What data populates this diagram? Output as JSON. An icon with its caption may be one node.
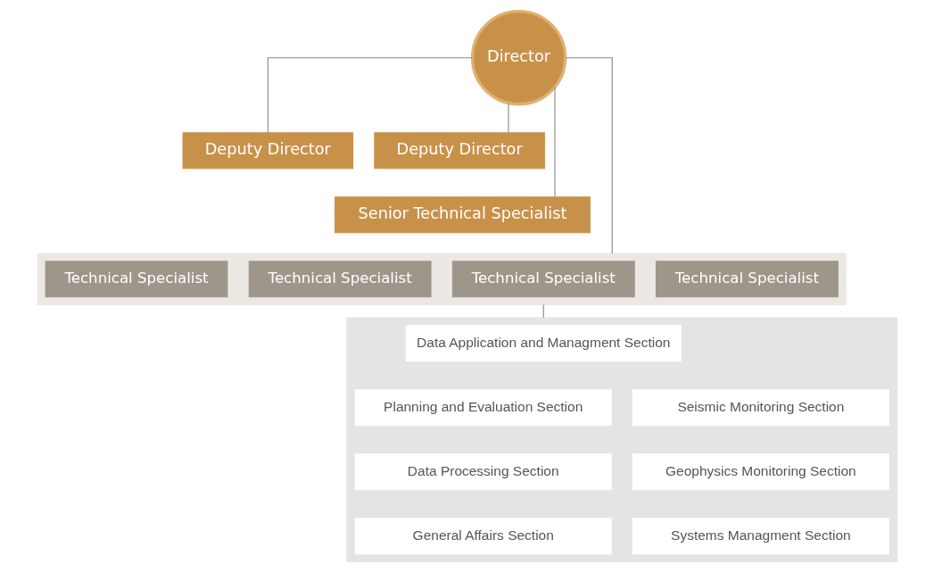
{
  "diagram": {
    "nodes": [
      {
        "text": [
          "Director"
        ]
      },
      {
        "text": [
          "Deputy Director"
        ]
      },
      {
        "text": [
          "Deputy Director"
        ]
      },
      {
        "text": [
          "Senior Technical Specialist"
        ]
      },
      {
        "text": [],
        "shape": "box"
      },
      {
        "text": [
          "Technical Specialist"
        ],
        "in": 4
      },
      {
        "text": [
          "Technical Specialist"
        ],
        "in": 4
      },
      {
        "text": [
          "Technical Specialist"
        ],
        "in": 4
      },
      {
        "text": [
          "Technical Specialist"
        ],
        "in": 4
      },
      {
        "text": [],
        "shape": "box"
      },
      {
        "text": [
          "Data Application and Managment Section"
        ],
        "in": 9
      },
      {
        "text": [
          "Planning and Evaluation Section"
        ],
        "in": 9
      },
      {
        "text": [
          "Seismic Monitoring Section"
        ],
        "in": 9
      },
      {
        "text": [
          "Data Processing Section"
        ],
        "in": 9
      },
      {
        "text": [
          "Geophysics Monitoring Section"
        ],
        "in": 9
      },
      {
        "text": [
          "General Affairs Section"
        ],
        "in": 9
      },
      {
        "text": [
          "Systems Managment Section"
        ],
        "in": 9
      }
    ],
    "edges": [
      {
        "from": 0,
        "to": 1,
        "arrow": "none"
      },
      {
        "from": 0,
        "to": 2,
        "arrow": "none"
      },
      {
        "from": 0,
        "to": 3,
        "arrow": "none"
      },
      {
        "from": 0,
        "to": 4,
        "arrow": "none"
      },
      {
        "from": 4,
        "to": 9,
        "arrow": "none"
      }
    ]
  }
}
